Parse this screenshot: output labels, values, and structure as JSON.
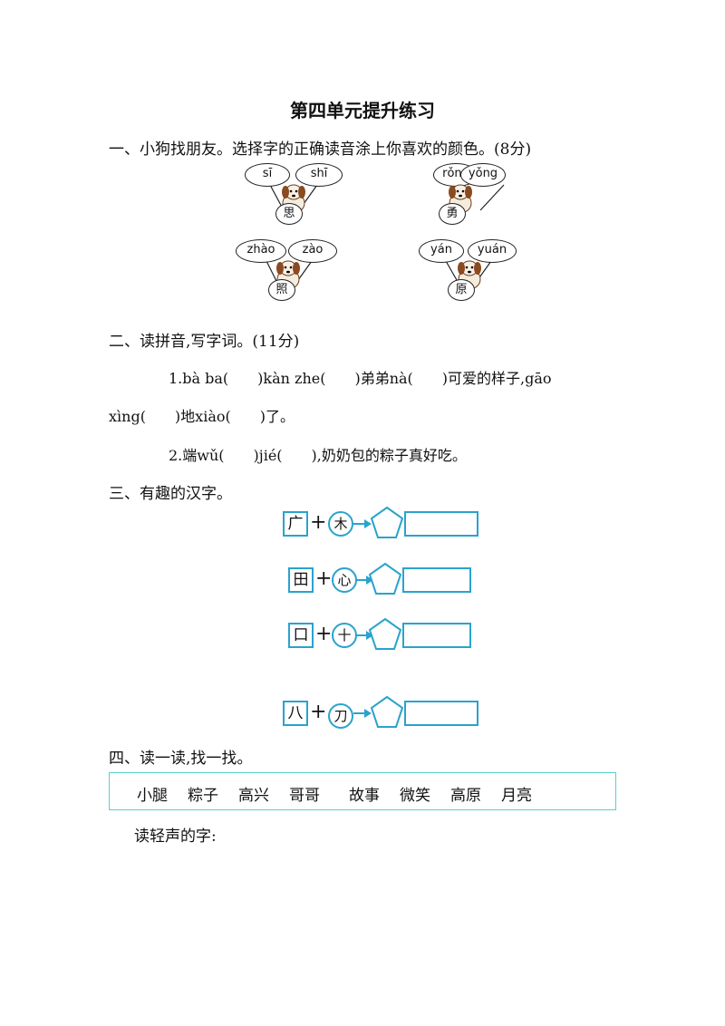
{
  "title": "第四单元提升练习",
  "sections": {
    "s1": {
      "heading": "一、小狗找朋友。选择字的正确读音涂上你喜欢的颜色。(8分)",
      "groups": [
        {
          "char": "思",
          "options": [
            "sī",
            "shī"
          ]
        },
        {
          "char": "勇",
          "options": [
            "rǒng",
            "yǒng"
          ]
        },
        {
          "char": "照",
          "options": [
            "zhào",
            "zào"
          ]
        },
        {
          "char": "原",
          "options": [
            "yán",
            "yuán"
          ]
        }
      ]
    },
    "s2": {
      "heading": "二、读拼音,写字词。(11分)",
      "line1": "1.bà ba(　　)kàn zhe(　　)弟弟nà(　　)可爱的样子,gāo",
      "line2": "xìng(　　)地xiào(　　)了。",
      "line3": "2.端wǔ(　　)jié(　　),奶奶包的粽子真好吃。"
    },
    "s3": {
      "heading": "三、有趣的汉字。",
      "equations": [
        {
          "left": "广",
          "plus": "+",
          "circle": "木"
        },
        {
          "left": "田",
          "plus": "+",
          "circle": "心"
        },
        {
          "left": "口",
          "plus": "+",
          "circle": "十"
        },
        {
          "left": "八",
          "plus": "+",
          "circle": "刀"
        }
      ]
    },
    "s4": {
      "heading": "四、读一读,找一找。",
      "words": [
        "小腿",
        "粽子",
        "高兴",
        "哥哥",
        "故事",
        "微笑",
        "高原",
        "月亮"
      ],
      "prompt": "读轻声的字:"
    }
  },
  "colors": {
    "accent": "#2aa3cc",
    "word_box_border": "#58d0c8"
  },
  "icons": [
    "puppy-icon",
    "arrow-right-icon",
    "pentagon-icon"
  ]
}
